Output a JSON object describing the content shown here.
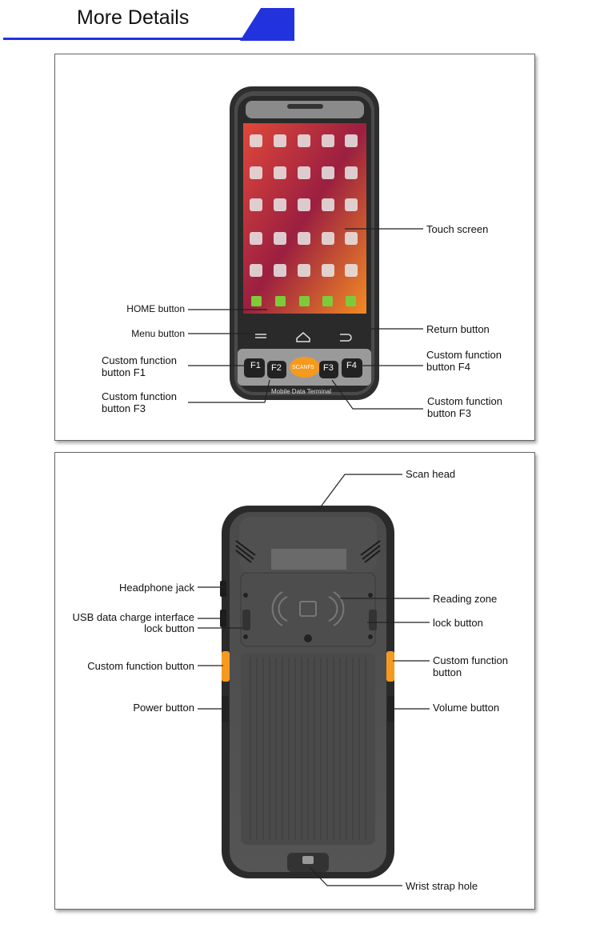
{
  "header": {
    "title": "More Details",
    "accent": "#2233dd"
  },
  "front": {
    "screen_title": "Mobile Data Terminal",
    "scan_key": "SCANF5",
    "keys": [
      "F1",
      "F2",
      "F3",
      "F4"
    ],
    "labels": {
      "touch_screen": "Touch screen",
      "home_button": "HOME button",
      "menu_button": "Menu button",
      "return_button": "Return button",
      "f1_line1": "Custom function",
      "f1_line2": "button F1",
      "f4_line1": "Custom function",
      "f4_line2": "button F4",
      "f3_left_line1": "Custom function",
      "f3_left_line2": "button F3",
      "f3_right_line1": "Custom function",
      "f3_right_line2": "button F3"
    }
  },
  "back": {
    "labels": {
      "scan_head": "Scan head",
      "headphone_jack": "Headphone jack",
      "usb_interface": "USB data charge interface",
      "lock_button_left": "lock button",
      "custom_function_left": "Custom function button",
      "power_button": "Power button",
      "reading_zone": "Reading zone",
      "lock_button_right": "lock button",
      "custom_function_right_line1": "Custom function",
      "custom_function_right_line2": "button",
      "volume_button": "Volume button",
      "wrist_strap_hole": "Wrist strap hole"
    }
  },
  "colors": {
    "accent_orange": "#f59a1e",
    "body_dark": "#3a3a3a"
  }
}
